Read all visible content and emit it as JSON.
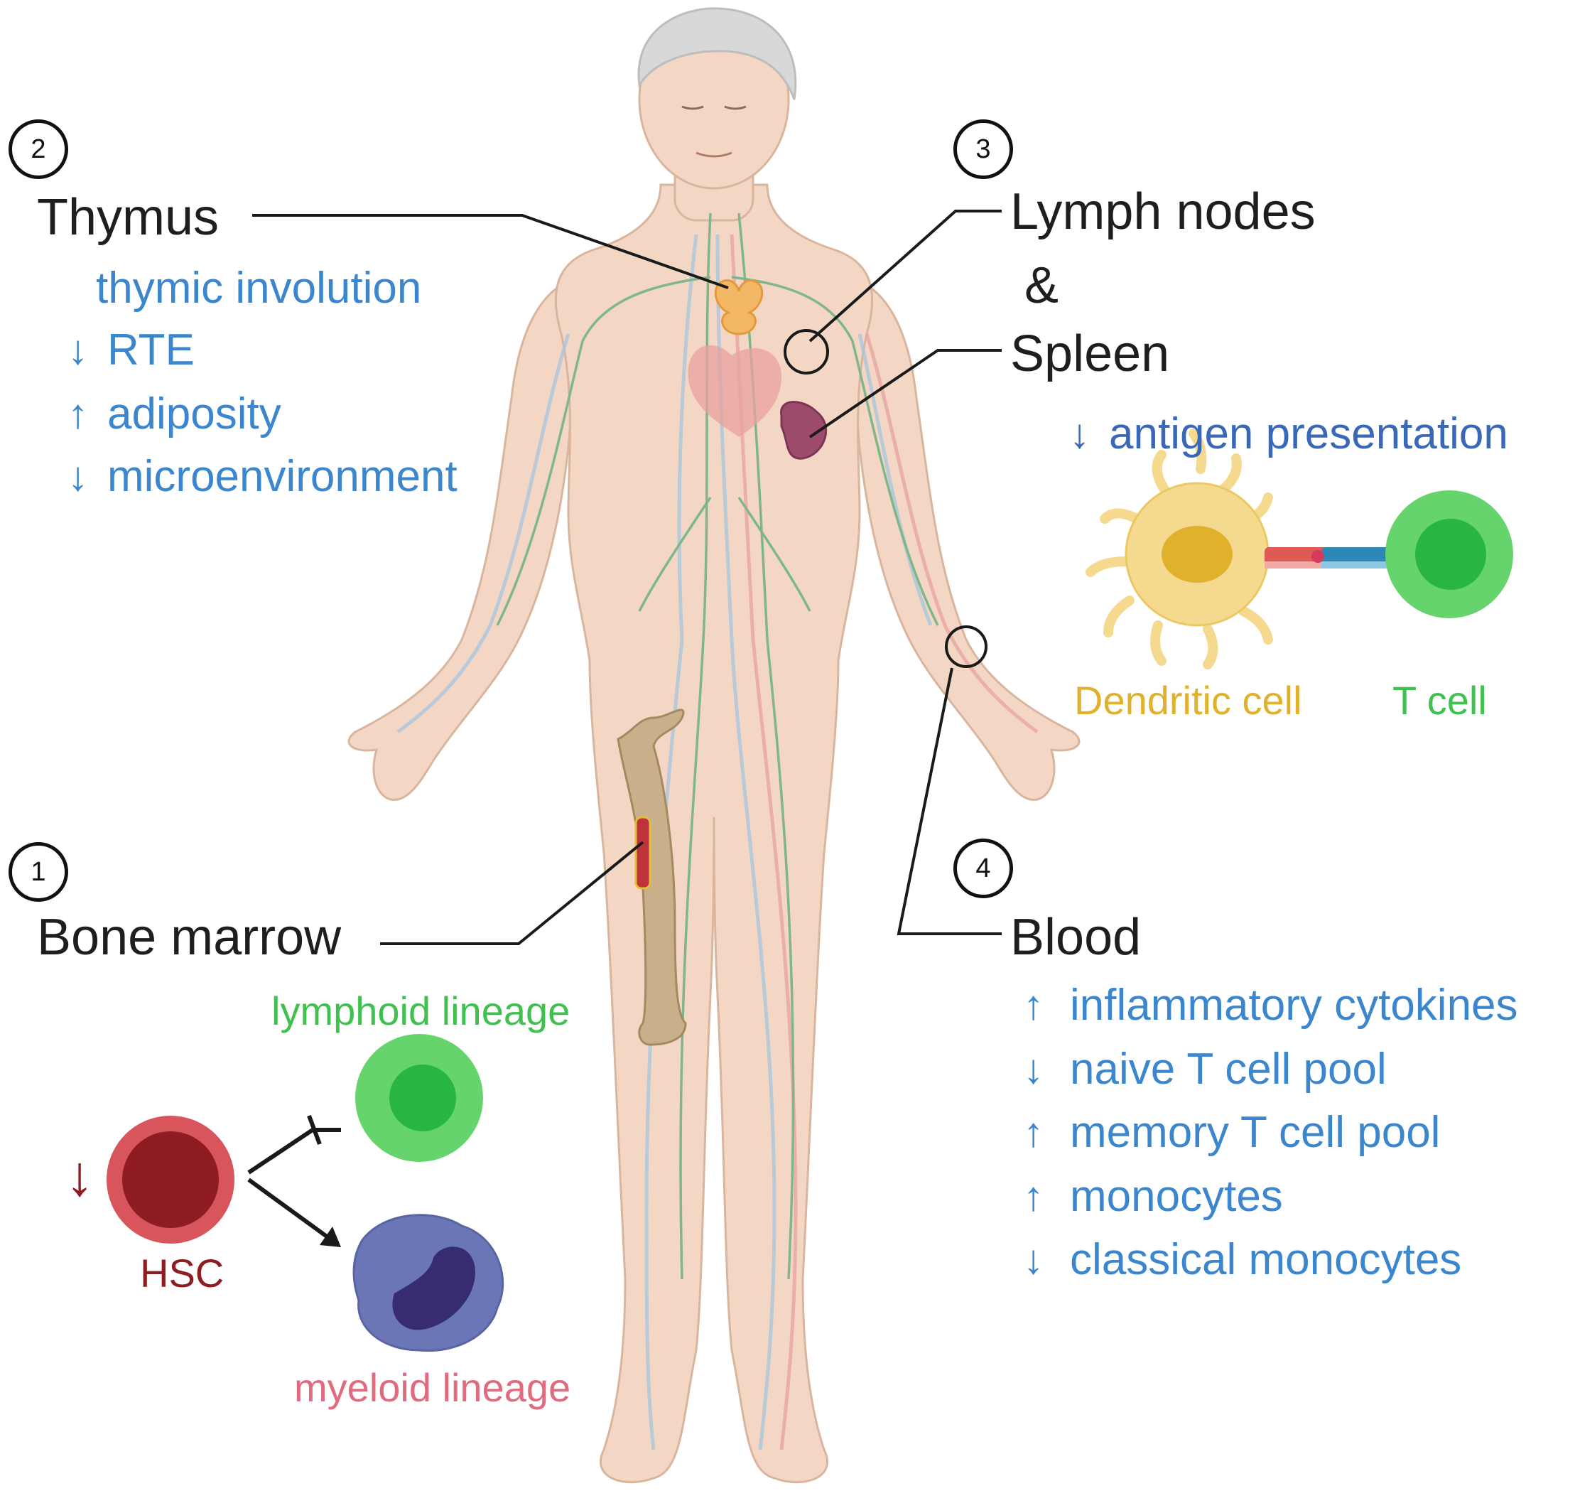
{
  "markers": {
    "bone_marrow": "1",
    "thymus": "2",
    "lymph_spleen": "3",
    "blood": "4"
  },
  "thymus": {
    "title": "Thymus",
    "changes": [
      {
        "arrow": "",
        "text": "thymic involution"
      },
      {
        "arrow": "↓",
        "text": "RTE"
      },
      {
        "arrow": "↑",
        "text": "adiposity"
      },
      {
        "arrow": "↓",
        "text": "microenvironment"
      }
    ]
  },
  "lymph": {
    "line1": "Lymph nodes",
    "line2": "&",
    "line3": "Spleen",
    "change": {
      "arrow": "↓",
      "text": "antigen presentation"
    },
    "cells": {
      "dendritic": "Dendritic cell",
      "tcell": "T cell"
    }
  },
  "bone_marrow": {
    "title": "Bone marrow",
    "hsc_arrow": "↓",
    "hsc": "HSC",
    "lymphoid": "lymphoid lineage",
    "myeloid": "myeloid lineage"
  },
  "blood": {
    "title": "Blood",
    "changes": [
      {
        "arrow": "↑",
        "text": "inflammatory cytokines"
      },
      {
        "arrow": "↓",
        "text": "naive T cell pool"
      },
      {
        "arrow": "↑",
        "text": "memory T cell pool"
      },
      {
        "arrow": "↑",
        "text": "monocytes"
      },
      {
        "arrow": "↓",
        "text": "classical monocytes"
      }
    ]
  },
  "colors": {
    "text_blue": "#3b86cc",
    "hsc_red": "#8e1c22",
    "lymphoid_green": "#3fc04f",
    "myeloid_pink": "#e06a7e",
    "dendritic_gold": "#e0b12d",
    "skin": "#f3d7c4"
  }
}
